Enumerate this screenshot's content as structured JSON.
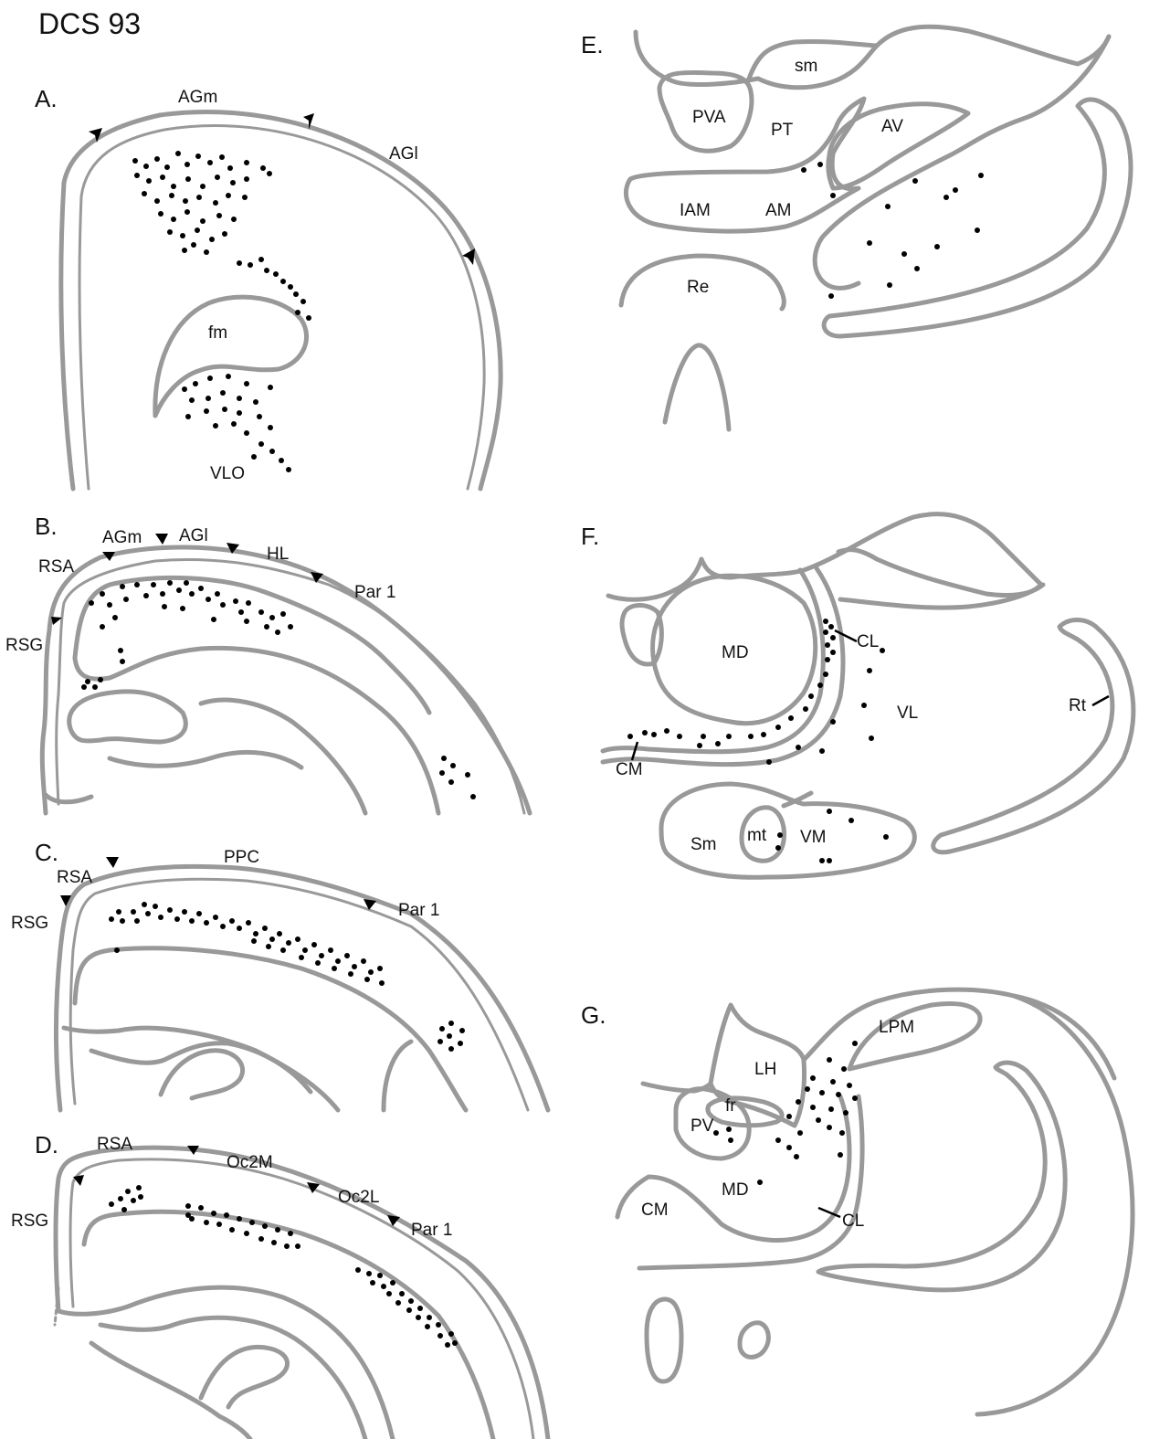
{
  "figure": {
    "title": "DCS 93",
    "colors": {
      "outline": "#999999",
      "label": "#111111",
      "marker": "#000000"
    }
  },
  "panels": {
    "A": {
      "letter": "A.",
      "labels": {
        "agm": "AGm",
        "agl": "AGl",
        "fm": "fm",
        "vlo": "VLO"
      }
    },
    "B": {
      "letter": "B.",
      "labels": {
        "agm": "AGm",
        "agl": "AGl",
        "hl": "HL",
        "par1": "Par 1",
        "rsa": "RSA",
        "rsg": "RSG"
      }
    },
    "C": {
      "letter": "C.",
      "labels": {
        "rsa": "RSA",
        "rsg": "RSG",
        "ppc": "PPC",
        "par1": "Par 1"
      }
    },
    "D": {
      "letter": "D.",
      "labels": {
        "rsa": "RSA",
        "rsg": "RSG",
        "oc2m": "Oc2M",
        "oc2l": "Oc2L",
        "par1": "Par 1"
      }
    },
    "E": {
      "letter": "E.",
      "labels": {
        "sm": "sm",
        "pva": "PVA",
        "pt": "PT",
        "av": "AV",
        "iam": "IAM",
        "am": "AM",
        "re": "Re"
      }
    },
    "F": {
      "letter": "F.",
      "labels": {
        "md": "MD",
        "cl": "CL",
        "vl": "VL",
        "rt": "Rt",
        "cm": "CM",
        "sm": "Sm",
        "mt": "mt",
        "vm": "VM"
      }
    },
    "G": {
      "letter": "G.",
      "labels": {
        "lpm": "LPM",
        "lh": "LH",
        "fr": "fr",
        "pv": "PV",
        "md": "MD",
        "cm": "CM",
        "cl": "CL"
      }
    }
  }
}
